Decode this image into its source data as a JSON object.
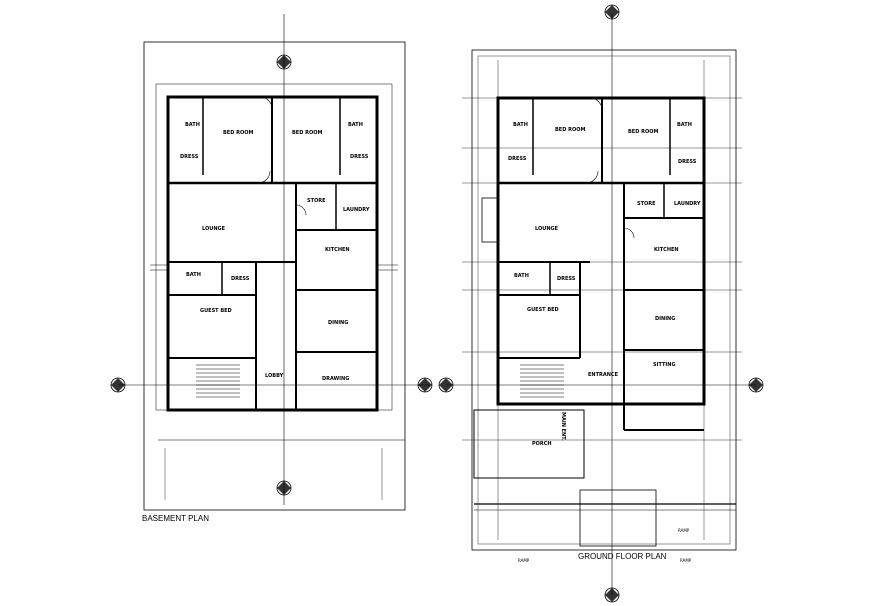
{
  "basement": {
    "title": "BASEMENT PLAN",
    "rooms": {
      "bath1": "BATH",
      "bedroom1": "BED ROOM",
      "dress1": "DRESS",
      "bedroom2": "BED ROOM",
      "bath2": "BATH",
      "dress2": "DRESS",
      "lounge": "LOUNGE",
      "store": "STORE",
      "laundry": "LAUNDRY",
      "kitchen": "KITCHEN",
      "bath3": "BATH",
      "dress3": "DRESS",
      "guest_bed": "GUEST BED",
      "dining": "DINING",
      "lobby": "LOBBY",
      "drawing": "DRAWING"
    }
  },
  "ground": {
    "title": "GROUND FLOOR PLAN",
    "rooms": {
      "bath1": "BATH",
      "bedroom1": "BED ROOM",
      "dress1": "DRESS",
      "bedroom2": "BED ROOM",
      "bath2": "BATH",
      "dress2": "DRESS",
      "lounge": "LOUNGE",
      "store": "STORE",
      "laundry": "LAUNDRY",
      "kitchen": "KITCHEN",
      "bath3": "BATH",
      "dress3": "DRESS",
      "guest_bed": "GUEST BED",
      "dining": "DINING",
      "sitting": "SITTING",
      "entrance": "ENTRANCE",
      "porch": "PORCH",
      "main_ent": "MAIN ENT.",
      "ramp1": "RAMP",
      "ramp2": "RAMP",
      "ramp3": "RAMP"
    }
  }
}
